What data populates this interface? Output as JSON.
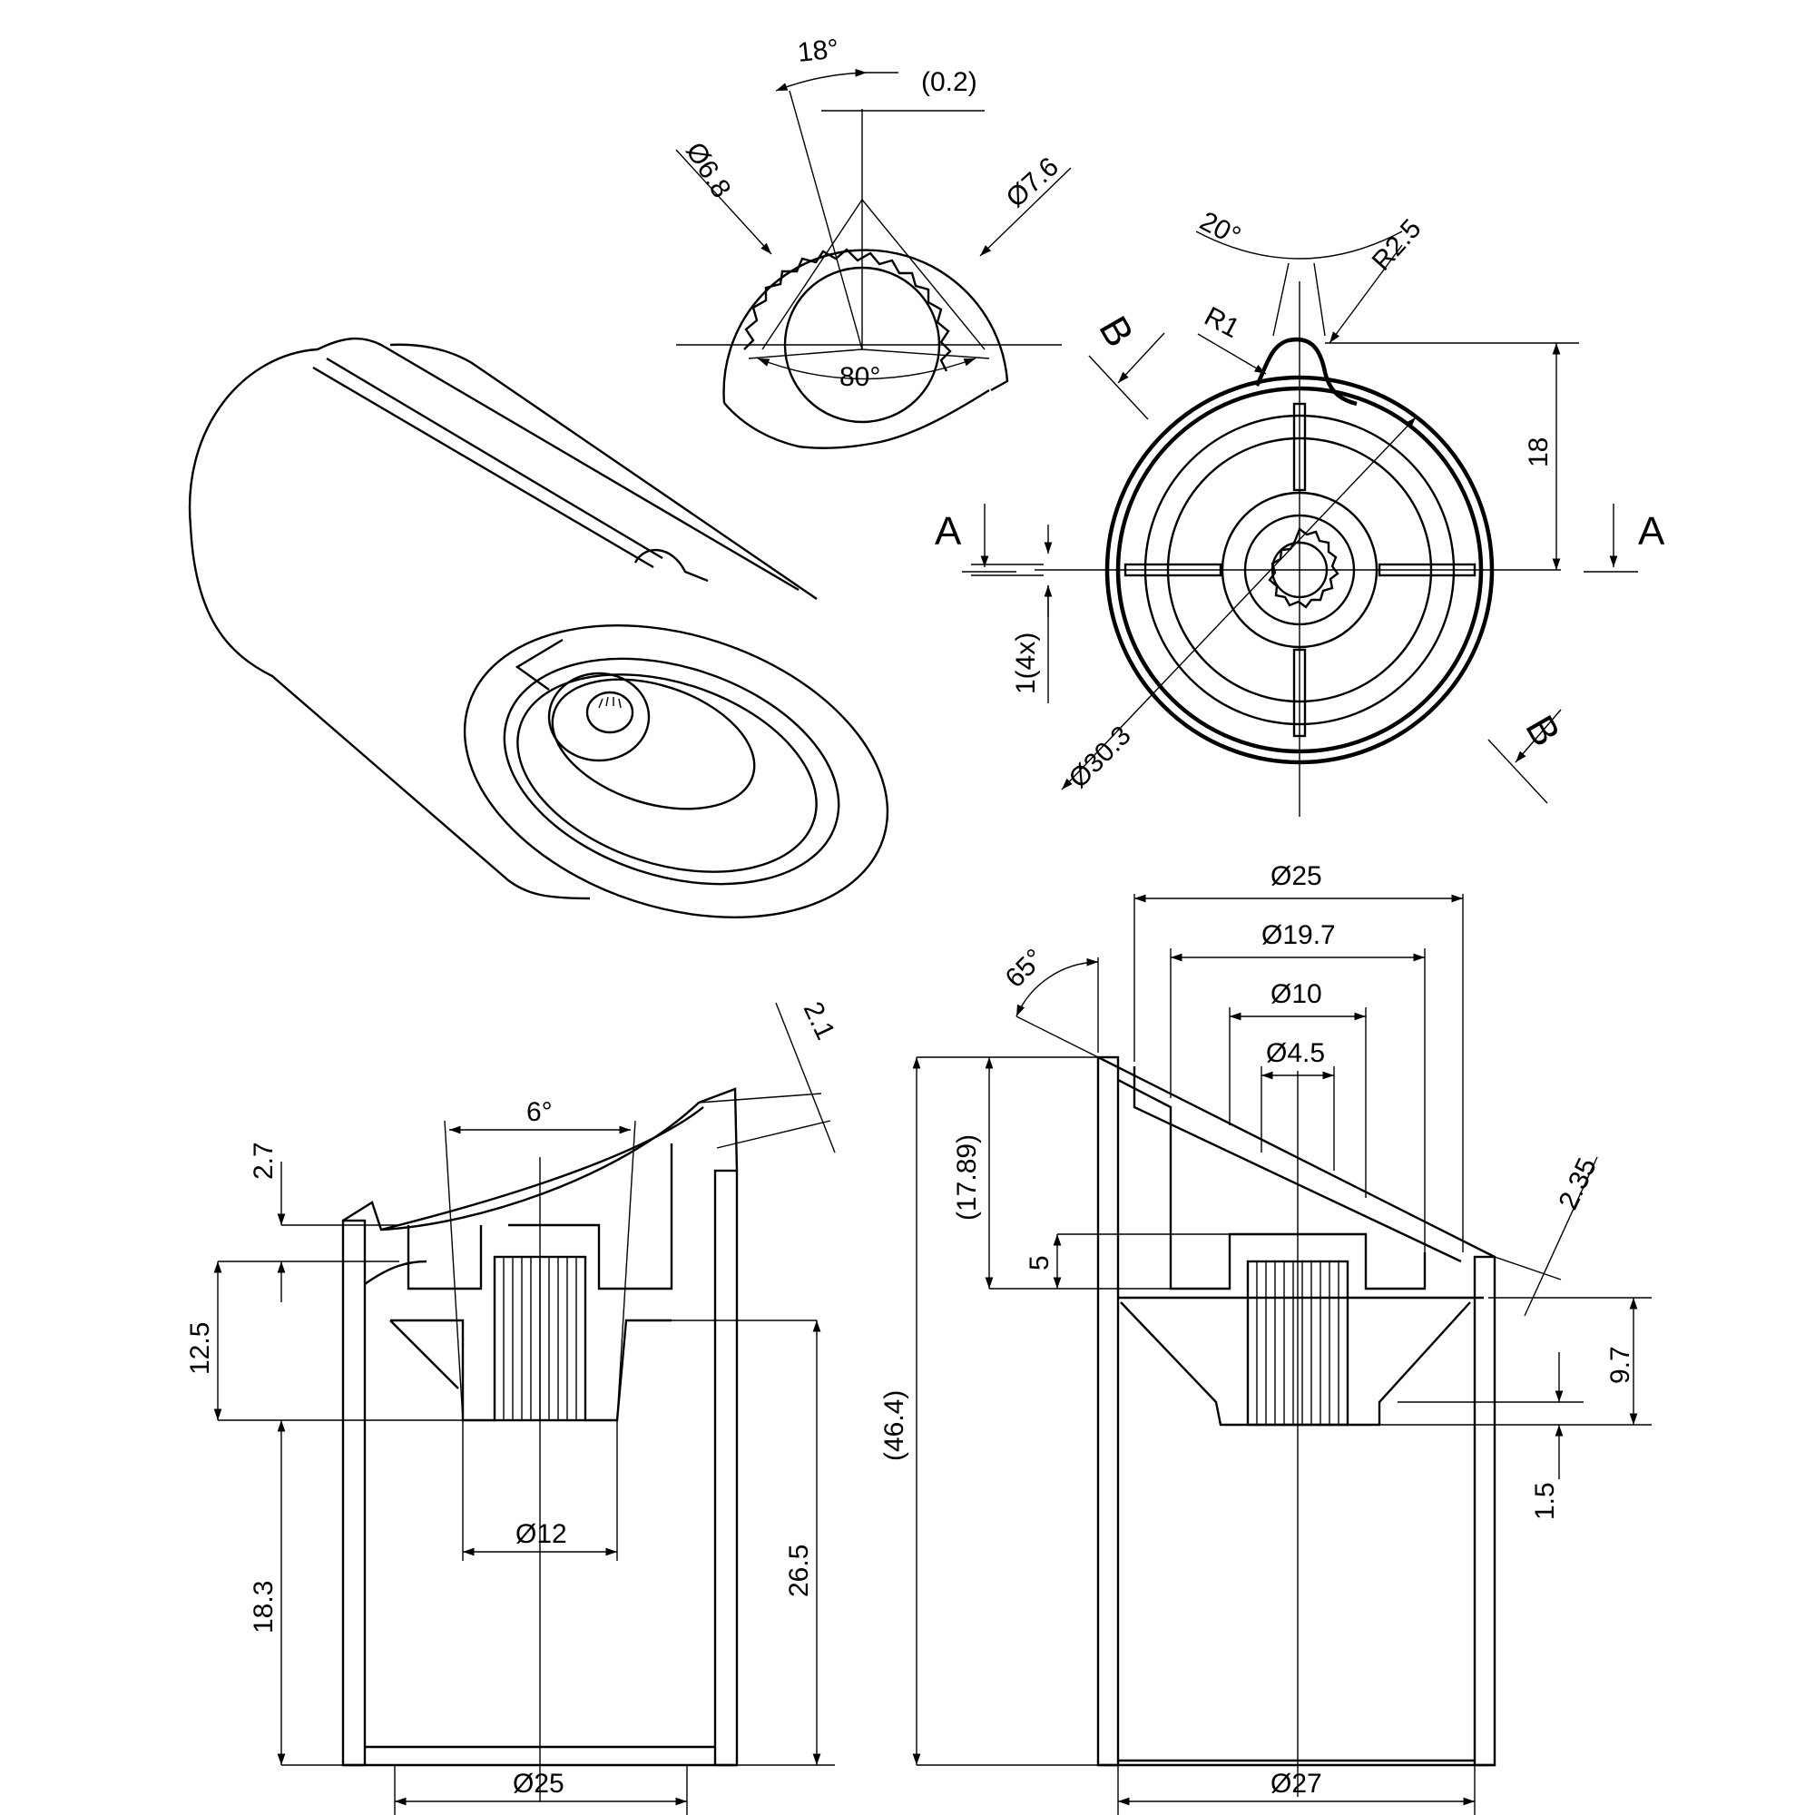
{
  "detail_view": {
    "angle_top": "18°",
    "gap": "(0.2)",
    "d_inner": "Ø6.8",
    "d_outer": "Ø7.6",
    "angle_bottom": "80°"
  },
  "front_view": {
    "angle_pointer": "20°",
    "r_tip": "R2.5",
    "r_fillet": "R1",
    "height_pointer": "18",
    "rib_width": "1(4x)",
    "diameter": "Ø30.3",
    "section_a_left": "A",
    "section_a_right": "A",
    "section_b_top": "B",
    "section_b_bottom": "B"
  },
  "section_left": {
    "angle": "6°",
    "wall": "2.1",
    "d1": "2.7",
    "d2": "12.5",
    "d3": "18.3",
    "d4": "26.5",
    "bore": "Ø12",
    "outer": "Ø25"
  },
  "section_right": {
    "angle": "65°",
    "d_outer_top": "Ø25",
    "d_mid": "Ø19.7",
    "d_hub": "Ø10",
    "d_shaft": "Ø4.5",
    "h_slope": "(17.89)",
    "h_total": "(46.4)",
    "h_step": "5",
    "t_top": "2.35",
    "h_hub": "9.7",
    "t_floor": "1.5",
    "d_base": "Ø27"
  }
}
